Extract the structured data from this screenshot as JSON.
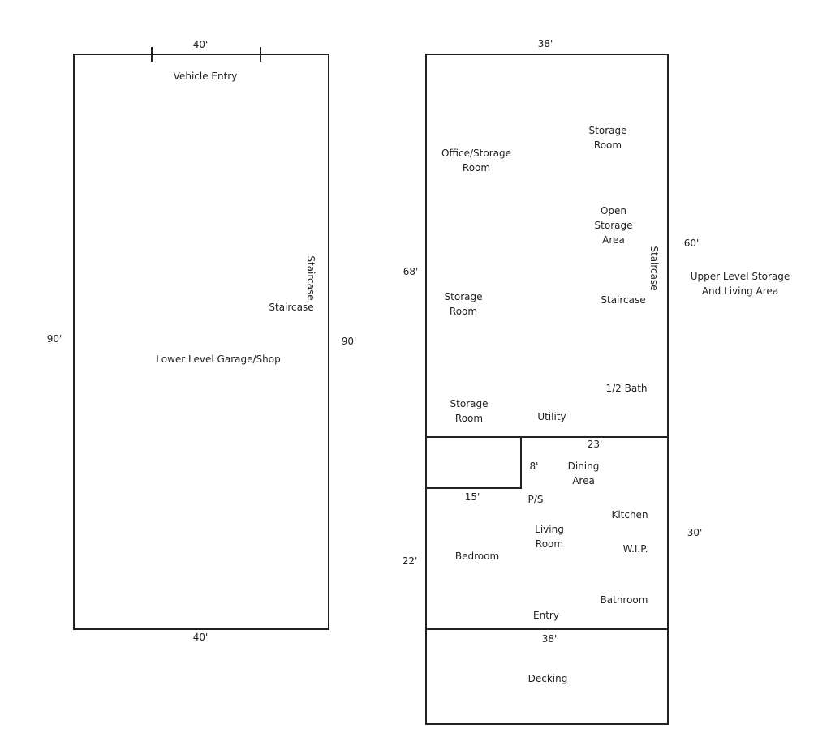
{
  "lower_plan": {
    "top_width": "40'",
    "bottom_width": "40'",
    "left_height": "90'",
    "right_height": "90'",
    "vehicle_entry": "Vehicle Entry",
    "staircase_vertical": "Staircase",
    "staircase": "Staircase",
    "main_area": "Lower Level Garage/Shop"
  },
  "upper_plan": {
    "top_width": "38'",
    "left_height": "68'",
    "right_height": "60'",
    "area_label": "Upper Level Storage\nAnd Living Area",
    "office_storage": "Office/Storage\nRoom",
    "storage_room_top": "Storage\nRoom",
    "open_storage": "Open\nStorage\nArea",
    "staircase_vertical": "Staircase",
    "storage_room_mid": "Storage\nRoom",
    "staircase": "Staircase",
    "half_bath": "1/2 Bath",
    "storage_room_low": "Storage\nRoom",
    "utility": "Utility"
  },
  "living": {
    "width_23": "23'",
    "depth_8": "8'",
    "dining": "Dining\nArea",
    "width_15": "15'",
    "ps": "P/S",
    "kitchen": "Kitchen",
    "living_room": "Living\nRoom",
    "bedroom": "Bedroom",
    "wip": "W.I.P.",
    "right_height": "30'",
    "left_height": "22'",
    "bathroom": "Bathroom",
    "entry": "Entry"
  },
  "deck": {
    "width": "38'",
    "label": "Decking"
  }
}
